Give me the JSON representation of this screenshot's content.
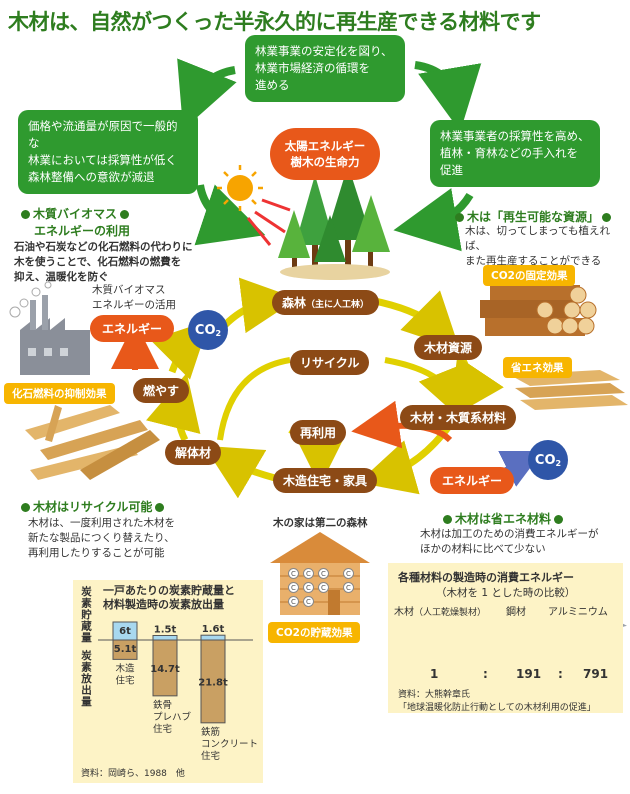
{
  "title": "木材は、自然がつくった半永久的に再生産できる材料です",
  "boxes": {
    "top": [
      "林業事業の安定化を図り、",
      "林業市場経済の循環を",
      "進める"
    ],
    "left": [
      "価格や流通量が原因で一般的な",
      "林業においては採算性が低く",
      "森林整備への意欲が減退"
    ],
    "right": [
      "林業事業者の採算性を高め、",
      "植林・育林などの手入れを",
      "促進"
    ]
  },
  "sun_label": [
    "太陽エネルギー",
    "樹木の生命力"
  ],
  "biomass": {
    "heading": [
      "木質バイオマス",
      "エネルギーの利用"
    ],
    "text": [
      "石油や石炭などの化石燃料の代わりに",
      "木を使うことで、化石燃料の燃費を",
      "抑え、温暖化を防ぐ"
    ],
    "note": [
      "木質バイオマス",
      "エネルギーの活用"
    ],
    "energy": "エネルギー",
    "suppress": "化石燃料の抑制効果"
  },
  "renewable": {
    "heading": "木は「再生可能な資源」",
    "text": [
      "木は、切ってしまっても植えれば、",
      "また再生産することができる"
    ],
    "co2_fix": "CO2の固定効果"
  },
  "cycle": {
    "forest": "森林",
    "forest_sub": "（主に人工林）",
    "resource": "木材資源",
    "material": "木材・木質系材料",
    "housing": "木造住宅・家具",
    "dismantle": "解体材",
    "burn": "燃やす",
    "recycle": "リサイクル",
    "reuse": "再利用",
    "co2": "CO",
    "co2_sub": "2",
    "energy": "エネルギー",
    "energy_saving": "省エネ効果"
  },
  "recycle_section": {
    "heading": "木材はリサイクル可能",
    "text": [
      "木材は、一度利用された木材を",
      "新たな製品につくり替えたり、",
      "再利用したりすることが可能"
    ]
  },
  "house": {
    "label": "木の家は第二の森林",
    "storage": "CO2の貯蔵効果",
    "c": "C"
  },
  "energy_section": {
    "heading": "木材は省エネ材料",
    "text": [
      "木材は加工のための消費エネルギーが",
      "ほかの材料に比べて少ない"
    ]
  },
  "energy_chart": {
    "title": "各種材料の製造時の消費エネルギー",
    "subtitle": "（木材を 1 とした時の比較）",
    "materials": [
      {
        "name": "木材",
        "sub": "（人工乾燥製材）",
        "value": "1"
      },
      {
        "name": "鋼材",
        "sub": "",
        "value": "191"
      },
      {
        "name": "アルミニウム",
        "sub": "",
        "value": "791"
      }
    ],
    "sep": ":",
    "source": [
      "資料：大熊幹章氏",
      "「地球温暖化防止行動としての木材利用の促進」"
    ]
  },
  "chart_data": {
    "type": "bar",
    "title": [
      "一戸あたりの炭素貯蔵量と",
      "材料製造時の炭素放出量"
    ],
    "ylabel_storage": "炭素貯蔵量",
    "ylabel_emission": "炭素放出量",
    "categories": [
      {
        "lines": [
          "木造",
          "住宅"
        ]
      },
      {
        "lines": [
          "鉄骨",
          "プレハブ",
          "住宅"
        ]
      },
      {
        "lines": [
          "鉄筋",
          "コンクリート",
          "住宅"
        ]
      }
    ],
    "series": [
      {
        "name": "炭素貯蔵量",
        "values": [
          6,
          1.5,
          1.6
        ],
        "labels": [
          "6t",
          "1.5t",
          "1.6t"
        ]
      },
      {
        "name": "炭素放出量",
        "values": [
          5.1,
          14.7,
          21.8
        ],
        "labels": [
          "5.1t",
          "14.7t",
          "21.8t"
        ]
      }
    ],
    "source": "資料：岡崎ら、1988　他"
  },
  "colors": {
    "green": "#2f9a2f",
    "brown": "#8c4a16",
    "orange": "#e8581a",
    "yellow": "#f7b500",
    "blue": "#2f56a8",
    "storage_fill": "#a8d8ef",
    "emission_fill": "#c9a063"
  }
}
